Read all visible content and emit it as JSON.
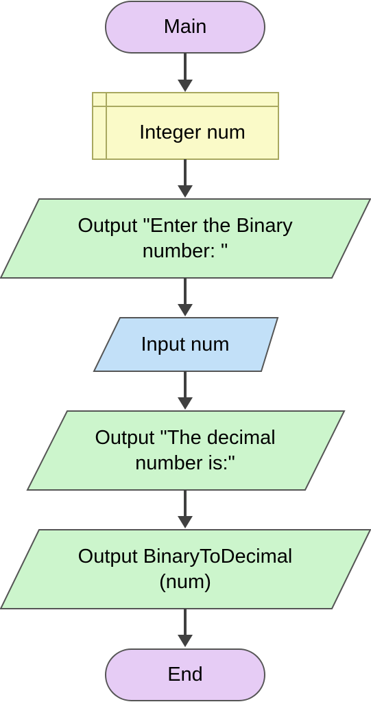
{
  "flowchart": {
    "start": {
      "text": "Main",
      "fill": "#e6ccf5",
      "stroke": "#555555"
    },
    "declare": {
      "text": "Integer num",
      "fill": "#fafac8",
      "stroke": "#a8a860"
    },
    "output1": {
      "text": "Output \"Enter the Binary\nnumber: \"",
      "fill": "#ccf5cc",
      "stroke": "#555555"
    },
    "input1": {
      "text": "Input num",
      "fill": "#c2e0f8",
      "stroke": "#555555"
    },
    "output2": {
      "text": "Output \"The decimal\nnumber is:\"",
      "fill": "#ccf5cc",
      "stroke": "#555555"
    },
    "output3": {
      "text": "Output BinaryToDecimal\n(num)",
      "fill": "#ccf5cc",
      "stroke": "#555555"
    },
    "end": {
      "text": "End",
      "fill": "#e6ccf5",
      "stroke": "#555555"
    },
    "connector_color": "#404040"
  }
}
